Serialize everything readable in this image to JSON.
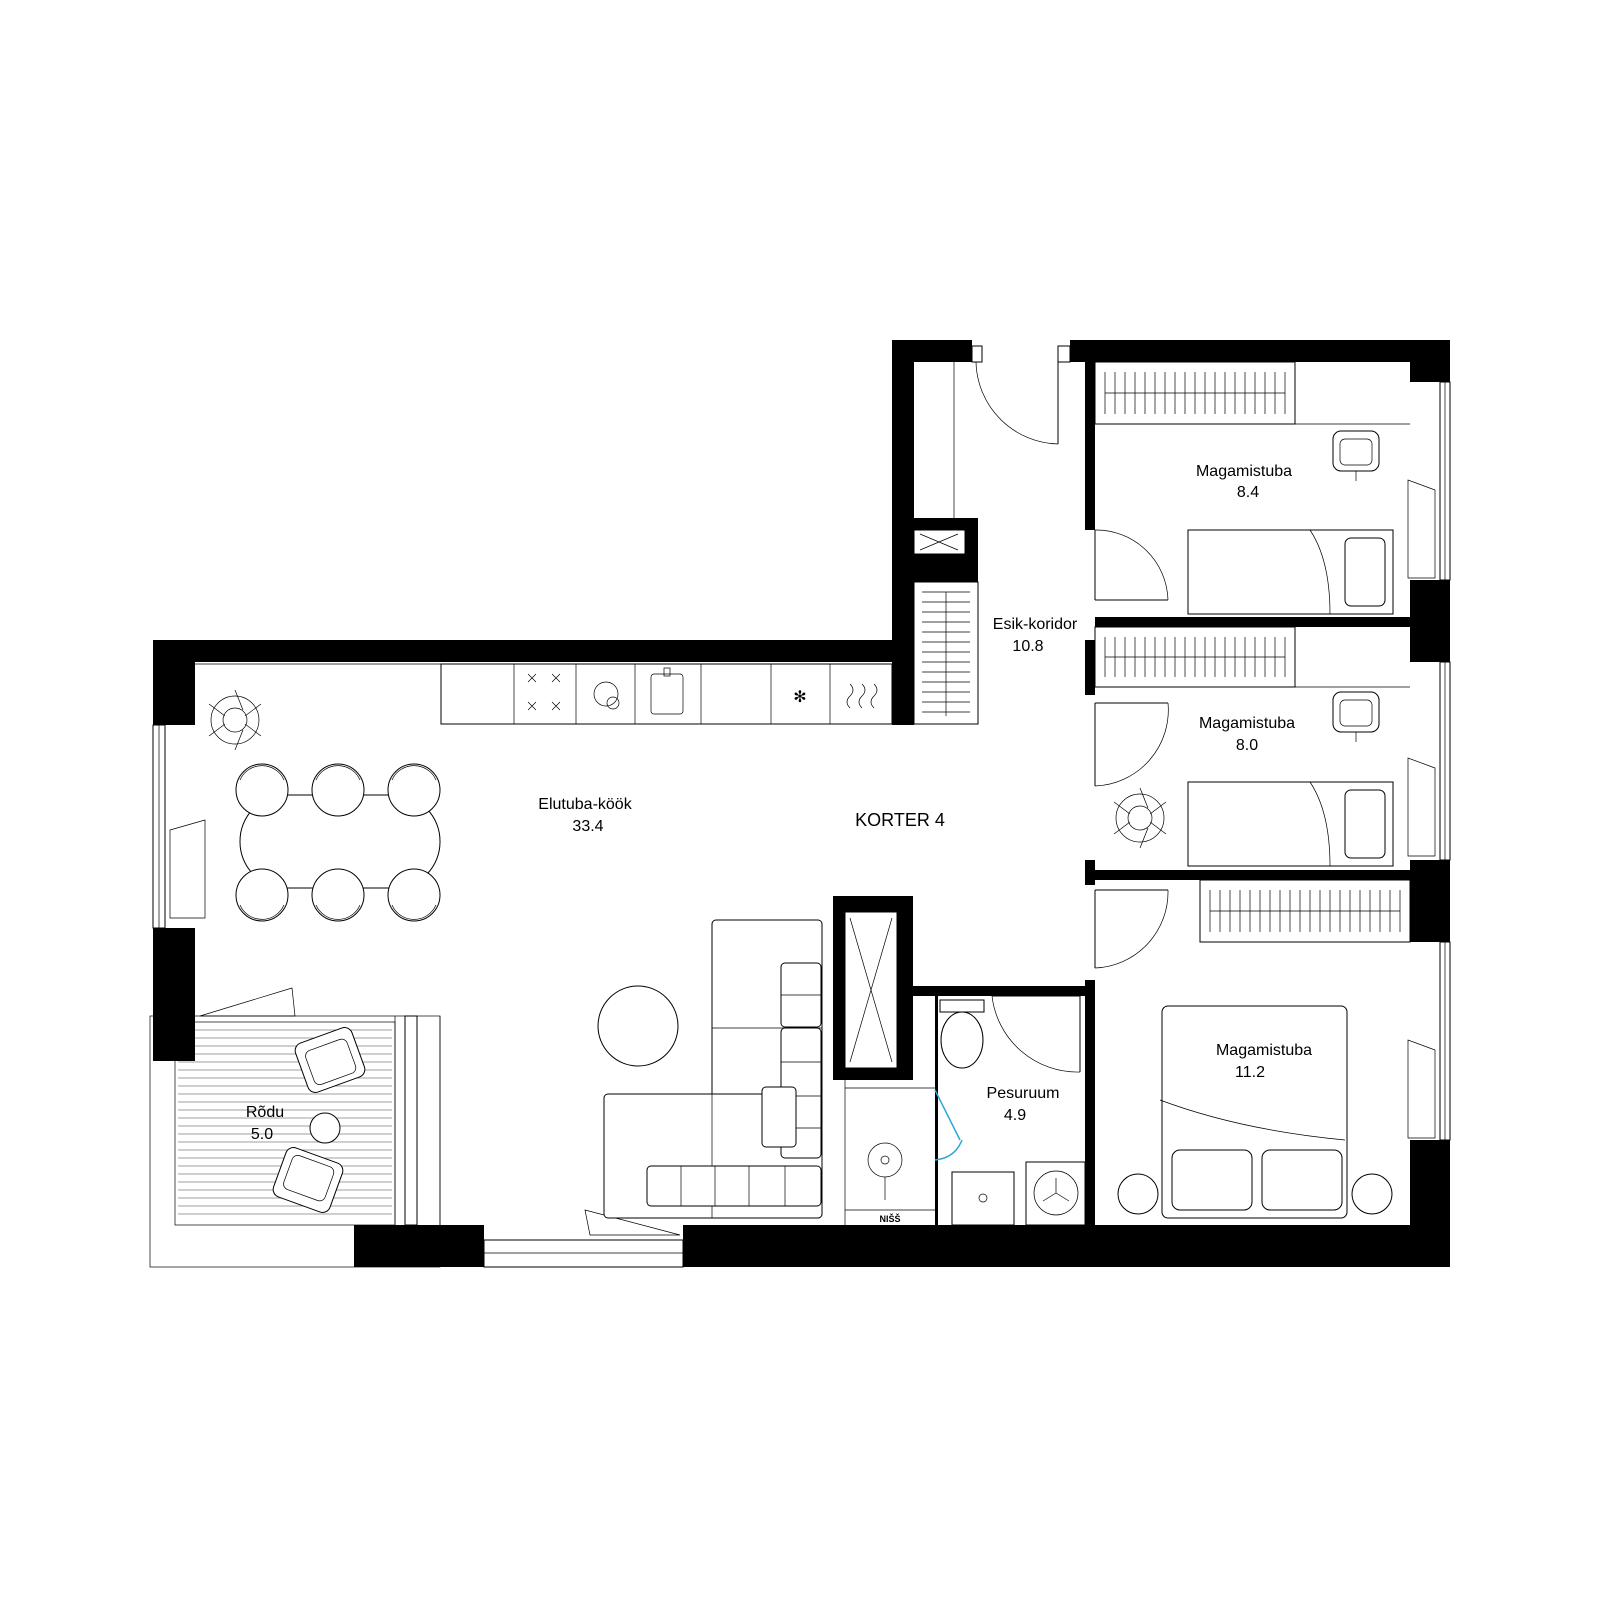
{
  "plan": {
    "title": "KORTER 4",
    "niche_label": "NIŠŠ",
    "accent_color": "#000000",
    "door_highlight_color": "#2aa7d6",
    "rooms": [
      {
        "id": "living",
        "name": "Elutuba-köök",
        "area": "33.4"
      },
      {
        "id": "hall",
        "name": "Esik-koridor",
        "area": "10.8"
      },
      {
        "id": "bed1",
        "name": "Magamistuba",
        "area": "8.4"
      },
      {
        "id": "bed2",
        "name": "Magamistuba",
        "area": "8.0"
      },
      {
        "id": "bed3",
        "name": "Magamistuba",
        "area": "11.2"
      },
      {
        "id": "bath",
        "name": "Pesuruum",
        "area": "4.9"
      },
      {
        "id": "balcony",
        "name": "Rõdu",
        "area": "5.0"
      }
    ]
  }
}
